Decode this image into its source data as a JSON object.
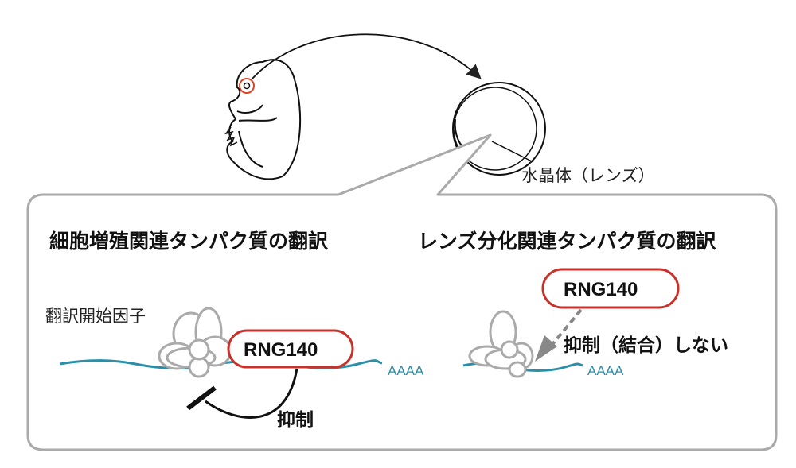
{
  "labels": {
    "lens": "水晶体（レンズ）",
    "left_heading": "細胞増殖関連タンパク質の翻訳",
    "right_heading": "レンズ分化関連タンパク質の翻訳",
    "initiation_factor": "翻訳開始因子",
    "rng_left": "RNG140",
    "rng_right": "RNG140",
    "polya_left": "AAAA",
    "polya_right": "AAAA",
    "inhibit": "抑制",
    "no_inhibit": "抑制（結合）しない"
  },
  "colors": {
    "rna": "#2a8fa8",
    "rng_outline": "#c8322a",
    "ribosome": "#aaaaaa",
    "eye": "#d9452b"
  }
}
